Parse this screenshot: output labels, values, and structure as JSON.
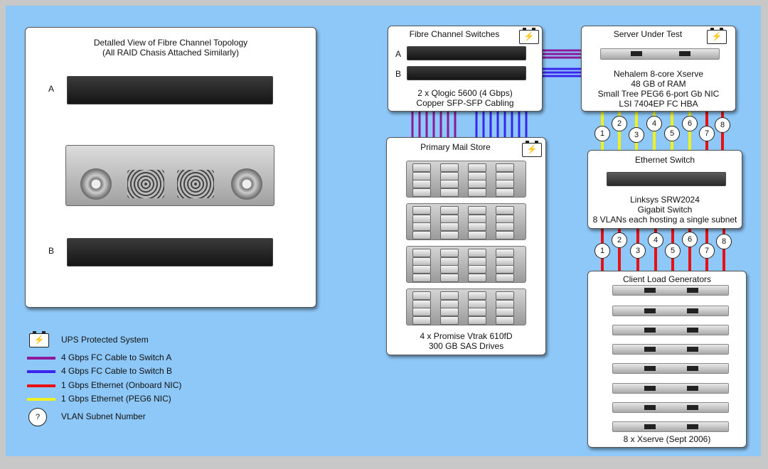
{
  "colors": {
    "background": "#8ec8f8",
    "fc_a": "#8a1a9a",
    "fc_b": "#3a24ee",
    "eth_onboard": "#e81010",
    "eth_peg6": "#f0f020"
  },
  "detail": {
    "title_line1": "Detalled View of Fibre Channel Topology",
    "title_line2": "(All RAID Chasis Attached Similarly)",
    "switch_a_label": "A",
    "switch_b_label": "B"
  },
  "fc_switches": {
    "title": "Fibre Channel Switches",
    "label_a": "A",
    "label_b": "B",
    "caption_line1": "2 x Qlogic 5600 (4 Gbps)",
    "caption_line2": "Copper SFP-SFP Cabling",
    "icon": "ups-battery-icon"
  },
  "server": {
    "title": "Server Under Test",
    "line1": "Nehalem 8-core Xserve",
    "line2": "48 GB of RAM",
    "line3": "Small Tree PEG6 6-port Gb NIC",
    "line4": "LSI 7404EP FC HBA",
    "icon": "ups-battery-icon"
  },
  "mail_store": {
    "title": "Primary Mail Store",
    "caption_line1": "4 x Promise Vtrak 610fD",
    "caption_line2": "300 GB SAS Drives",
    "icon": "ups-battery-icon"
  },
  "eth_switch": {
    "title": "Ethernet Switch",
    "line1": "Linksys SRW2024",
    "line2": "Gigabit Switch",
    "line3": "8 VLANs each hosting a single subnet"
  },
  "clients": {
    "title": "Client Load Generators",
    "caption": "8 x Xserve (Sept 2006)"
  },
  "vlans_top": [
    "1",
    "2",
    "3",
    "4",
    "5",
    "6",
    "7",
    "8"
  ],
  "vlans_bottom": [
    "1",
    "2",
    "3",
    "4",
    "5",
    "6",
    "7",
    "8"
  ],
  "legend": {
    "ups": "UPS Protected System",
    "fc_a": "4 Gbps FC Cable to Switch A",
    "fc_b": "4 Gbps FC Cable to Switch B",
    "eth_onboard": "1 Gbps Ethernet (Onboard NIC)",
    "eth_peg6": "1 Gbps Ethernet (PEG6 NIC)",
    "vlan": "VLAN Subnet Number",
    "vlan_symbol": "?",
    "ups_symbol": "⚡"
  }
}
